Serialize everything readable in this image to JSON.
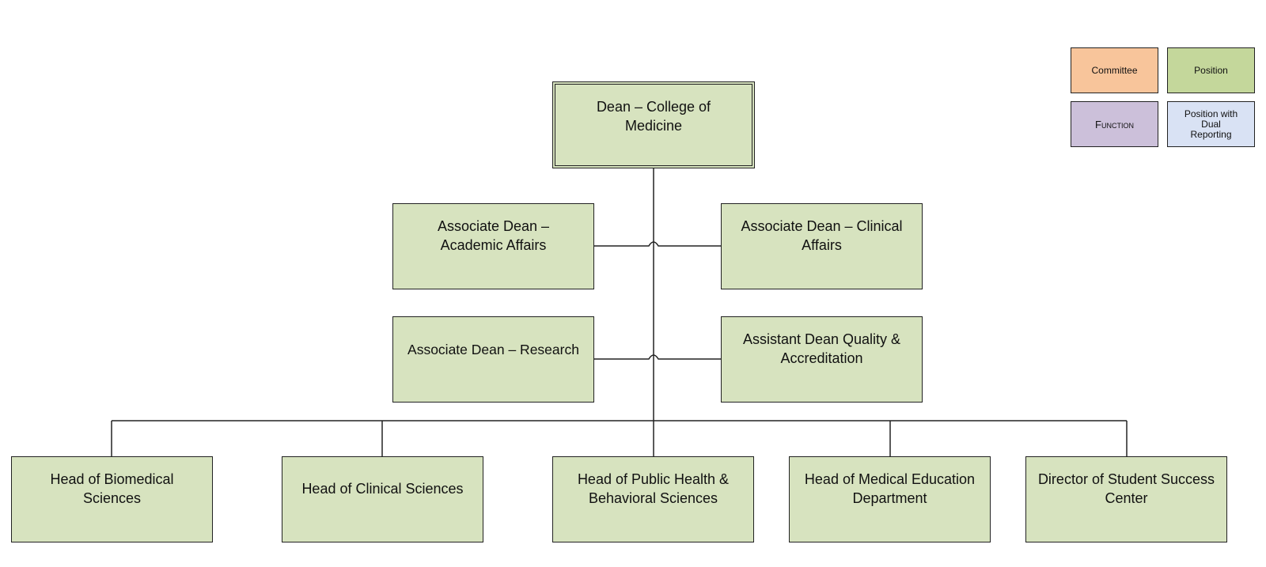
{
  "legend": {
    "items": [
      {
        "label": "Committee",
        "color": "#f8c59b"
      },
      {
        "label": "Position",
        "color": "#c4d79b"
      },
      {
        "label": "Function",
        "color": "#ccc0da"
      },
      {
        "label": "Position with Dual Reporting",
        "color": "#d9e2f4"
      }
    ]
  },
  "colors": {
    "position_fill": "#d7e3bf",
    "line": "#222222"
  },
  "chart": {
    "root": {
      "label": "Dean – College of Medicine"
    },
    "associates": [
      {
        "label": "Associate Dean – Academic Affairs"
      },
      {
        "label": "Associate Dean – Clinical Affairs"
      },
      {
        "label": "Associate Dean – Research"
      },
      {
        "label": "Assistant Dean Quality & Accreditation"
      }
    ],
    "heads": [
      {
        "label": "Head of Biomedical Sciences"
      },
      {
        "label": "Head of Clinical Sciences"
      },
      {
        "label": "Head of Public Health & Behavioral Sciences"
      },
      {
        "label": "Head of Medical Education Department"
      },
      {
        "label": "Director of Student Success Center"
      }
    ]
  }
}
